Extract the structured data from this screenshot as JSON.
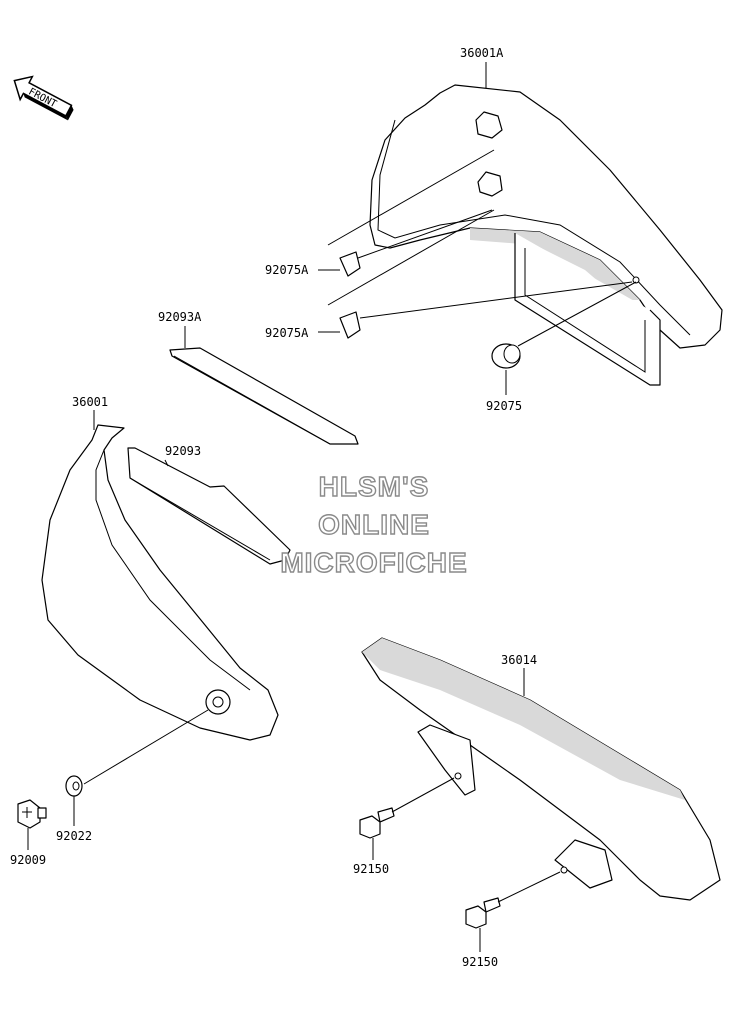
{
  "diagram": {
    "front_arrow": "FRONT",
    "callouts": {
      "c36001A": "36001A",
      "c92075A_upper": "92075A",
      "c92075A_lower": "92075A",
      "c92093A": "92093A",
      "c92075": "92075",
      "c36001": "36001",
      "c92093": "92093",
      "c36014": "36014",
      "c92022": "92022",
      "c92009": "92009",
      "c92150_upper": "92150",
      "c92150_lower": "92150"
    },
    "watermark": {
      "line1": "HLSM'S",
      "line2": "ONLINE",
      "line3": "MICROFICHE"
    }
  }
}
